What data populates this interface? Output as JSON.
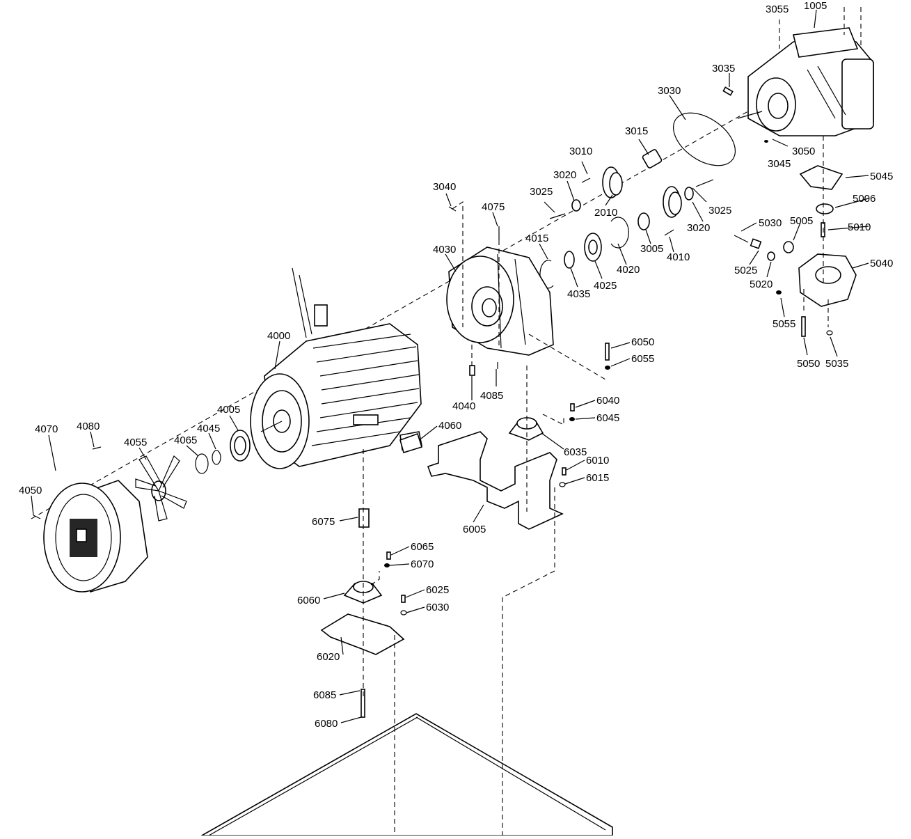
{
  "diagram": {
    "callouts": [
      "1005",
      "3055",
      "3035",
      "3030",
      "3050",
      "3045",
      "5045",
      "5006",
      "5010",
      "5030",
      "5005",
      "5040",
      "5025",
      "5020",
      "5055",
      "5050",
      "5035",
      "3015",
      "3010",
      "3020",
      "3025",
      "2010",
      "3005",
      "4010",
      "4020",
      "4025",
      "4035",
      "4015",
      "3040",
      "4075",
      "4030",
      "4040",
      "4085",
      "4000",
      "4005",
      "4045",
      "4065",
      "4070",
      "4080",
      "4055",
      "4050",
      "4060",
      "6050",
      "6055",
      "6040",
      "6045",
      "6035",
      "6010",
      "6015",
      "6005",
      "6075",
      "6065",
      "6070",
      "6060",
      "6025",
      "6030",
      "6020",
      "6085",
      "6080"
    ]
  }
}
